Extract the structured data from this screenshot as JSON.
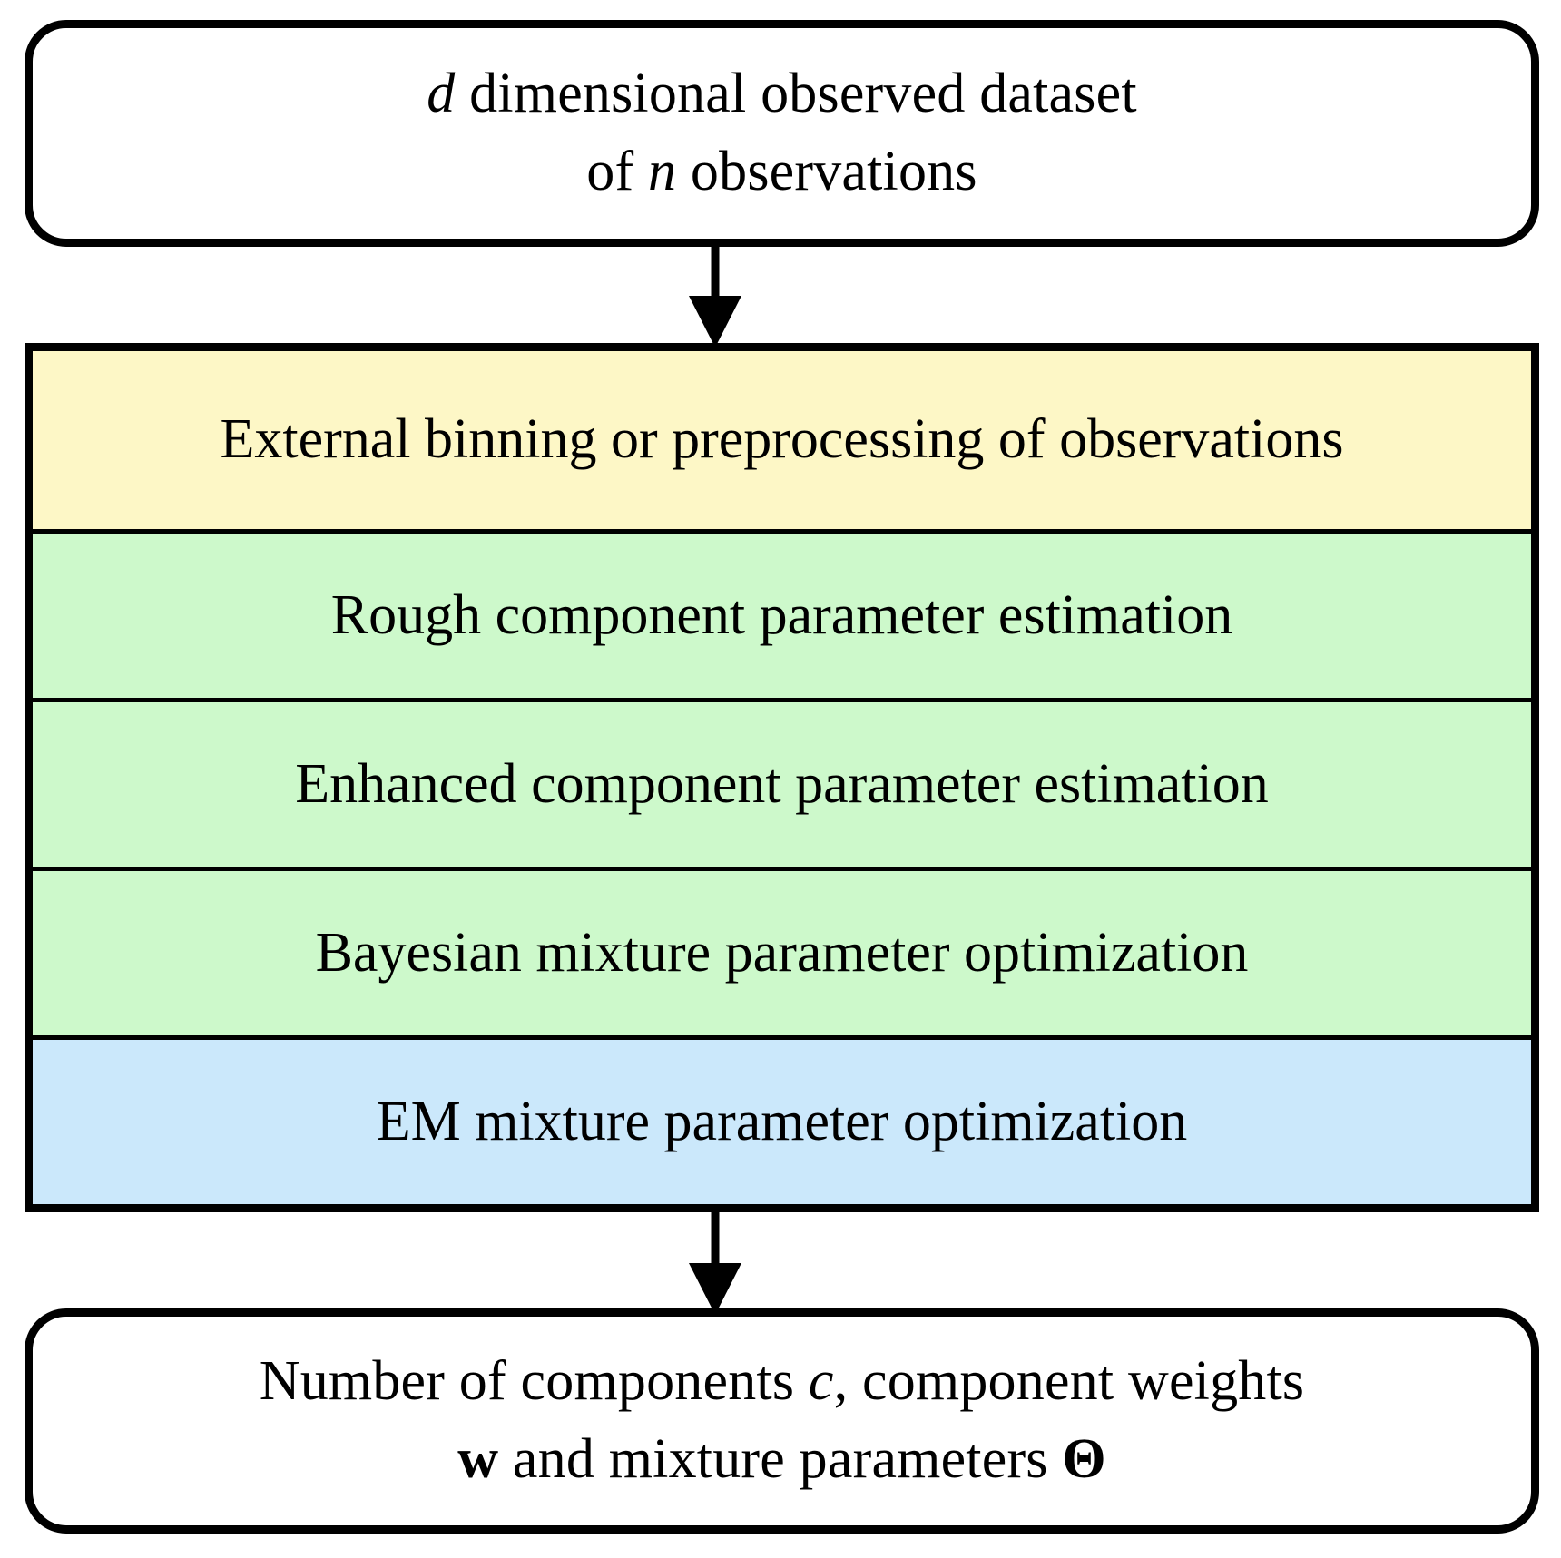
{
  "diagram": {
    "type": "flowchart",
    "orientation": "vertical",
    "title": "Mixture model parameter estimation pipeline",
    "colors": {
      "background": "#ffffff",
      "stroke": "#000000",
      "preprocessing_fill": "#fdf7c6",
      "estimation_fill": "#cdf9cb",
      "em_fill": "#cbe8fb",
      "terminator_fill": "#ffffff"
    },
    "input": {
      "shape": "rounded-rectangle",
      "line1_pre": "",
      "line1_var": "d",
      "line1_post": " dimensional observed dataset",
      "line2_pre": "of ",
      "line2_var": "n",
      "line2_post": " observations",
      "full_text": "d dimensional observed dataset of n observations"
    },
    "process_rows": [
      {
        "id": "binning",
        "label": "External binning or preprocessing of observations",
        "fill": "#fdf7c6",
        "group": "preprocessing"
      },
      {
        "id": "rough",
        "label": "Rough component parameter estimation",
        "fill": "#cdf9cb",
        "group": "estimation"
      },
      {
        "id": "enhanced",
        "label": "Enhanced component parameter estimation",
        "fill": "#cdf9cb",
        "group": "estimation"
      },
      {
        "id": "bayesian",
        "label": "Bayesian mixture parameter optimization",
        "fill": "#cdf9cb",
        "group": "estimation"
      },
      {
        "id": "em",
        "label": "EM mixture parameter optimization",
        "fill": "#cbe8fb",
        "group": "em"
      }
    ],
    "output": {
      "shape": "rounded-rectangle",
      "line1_pre": "Number of components ",
      "line1_var": "c",
      "line1_post": ", component weights",
      "line2_vec": "w",
      "line2_mid": " and mixture parameters ",
      "line2_sym": "Θ",
      "full_text": "Number of components c, component weights w and mixture parameters Θ"
    },
    "arrows": [
      {
        "id": "input-to-process",
        "from": "input",
        "to": "binning",
        "direction": "down",
        "style": "solid-filled-head"
      },
      {
        "id": "process-to-output",
        "from": "em",
        "to": "output",
        "direction": "down",
        "style": "solid-filled-head"
      }
    ]
  }
}
